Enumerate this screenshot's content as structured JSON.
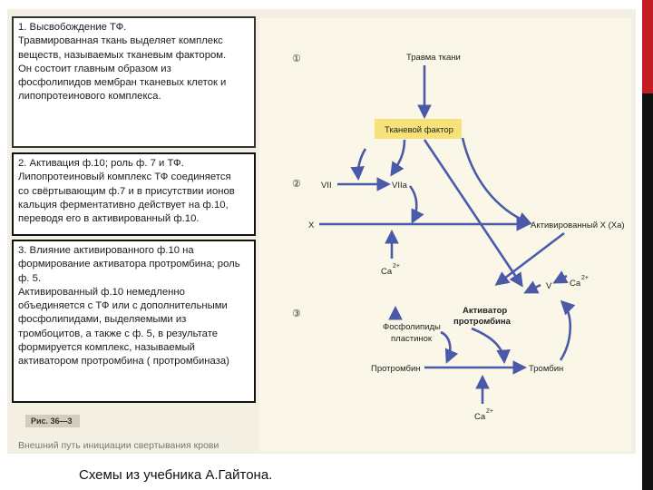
{
  "text_panels": [
    {
      "title": "1. Высвобождение ТФ.",
      "body": "Травмированная ткань выделяет комплекс\nвеществ, называемых тканевым фактором.\nОн состоит главным образом из\nфосфолипидов мембран тканевых клеток и\nлипопротеинового комплекса."
    },
    {
      "title": "2. Активация ф.10; роль ф. 7 и ТФ.",
      "body": "Липопротеиновый комплекс ТФ соединяется\nсо свёртывающим ф.7 и в присутствии ионов\nкальция ферментативно действует на ф.10,\nпереводя его в активированный ф.10."
    },
    {
      "title": "3. Влияние активированного ф.10 на\nформирование активатора протромбина; роль\nф. 5.",
      "body": "Активированный ф.10 немедленно\nобъединяется с ТФ или с дополнительными\nфосфолипидами, выделяемыми из\nтромбоцитов, а также с ф. 5, в результате\nформируется комплекс, называемый\nактиватором протромбина  ( протромбиназа)"
    }
  ],
  "figure_label": "Рис. 36—3",
  "figure_caption": "Внешний путь инициации свертывания крови",
  "bottom_caption": "Схемы из учебника А.Гайтона.",
  "diagram": {
    "steps": [
      "①",
      "②",
      "③"
    ],
    "labels": {
      "tissue_trauma": "Травма ткани",
      "tissue_factor": "Тканевой фактор",
      "vii": "VII",
      "viia": "VIIa",
      "x": "X",
      "xa": "Активированный X (Xa)",
      "ca": "Ca",
      "ca_sup": "2+",
      "v": "V",
      "activator_1": "Активатор",
      "activator_2": "протромбина",
      "phospho_1": "Фосфолипиды",
      "phospho_2": "пластинок",
      "prothrombin": "Протромбин",
      "thrombin": "Тромбин"
    }
  },
  "colors": {
    "arrow": "#4a5aa8",
    "tissue_factor_box": "#f7e27a",
    "accent_red": "#c21c24"
  }
}
